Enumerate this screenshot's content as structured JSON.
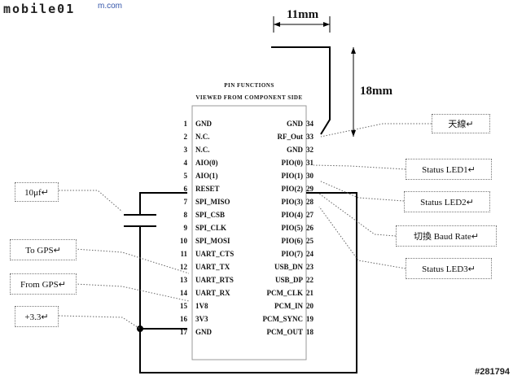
{
  "logo": {
    "text": "mobile01",
    "sub": "m.com"
  },
  "dimensions": {
    "width": "11mm",
    "height": "18mm"
  },
  "header": {
    "line1": "PIN FUNCTIONS",
    "line2": "VIEWED FROM COMPONENT SIDE"
  },
  "left_pins": [
    {
      "num": "1",
      "label": "GND"
    },
    {
      "num": "2",
      "label": "N.C."
    },
    {
      "num": "3",
      "label": "N.C."
    },
    {
      "num": "4",
      "label": "AIO(0)"
    },
    {
      "num": "5",
      "label": "AIO(1)"
    },
    {
      "num": "6",
      "label": "RESET"
    },
    {
      "num": "7",
      "label": "SPI_MISO"
    },
    {
      "num": "8",
      "label": "SPI_CSB"
    },
    {
      "num": "9",
      "label": "SPI_CLK"
    },
    {
      "num": "10",
      "label": "SPI_MOSI"
    },
    {
      "num": "11",
      "label": "UART_CTS"
    },
    {
      "num": "12",
      "label": "UART_TX"
    },
    {
      "num": "13",
      "label": "UART_RTS"
    },
    {
      "num": "14",
      "label": "UART_RX"
    },
    {
      "num": "15",
      "label": "1V8"
    },
    {
      "num": "16",
      "label": "3V3"
    },
    {
      "num": "17",
      "label": "GND"
    }
  ],
  "right_pins": [
    {
      "num": "34",
      "label": "GND"
    },
    {
      "num": "33",
      "label": "RF_Out"
    },
    {
      "num": "32",
      "label": "GND"
    },
    {
      "num": "31",
      "label": "PIO(0)"
    },
    {
      "num": "30",
      "label": "PIO(1)"
    },
    {
      "num": "29",
      "label": "PIO(2)"
    },
    {
      "num": "28",
      "label": "PIO(3)"
    },
    {
      "num": "27",
      "label": "PIO(4)"
    },
    {
      "num": "26",
      "label": "PIO(5)"
    },
    {
      "num": "25",
      "label": "PIO(6)"
    },
    {
      "num": "24",
      "label": "PIO(7)"
    },
    {
      "num": "23",
      "label": "USB_DN"
    },
    {
      "num": "22",
      "label": "USB_DP"
    },
    {
      "num": "21",
      "label": "PCM_CLK"
    },
    {
      "num": "20",
      "label": "PCM_IN"
    },
    {
      "num": "19",
      "label": "PCM_SYNC"
    },
    {
      "num": "18",
      "label": "PCM_OUT"
    }
  ],
  "callouts": {
    "cap": "10μf↵",
    "to_gps": "To GPS↵",
    "from_gps": "From GPS↵",
    "v33": "+3.3↵",
    "antenna": "天線↵",
    "led1": "Status LED1↵",
    "led2": "Status LED2↵",
    "baud": "切換  Baud Rate↵",
    "led3": "Status LED3↵"
  },
  "image_id": "#281794"
}
